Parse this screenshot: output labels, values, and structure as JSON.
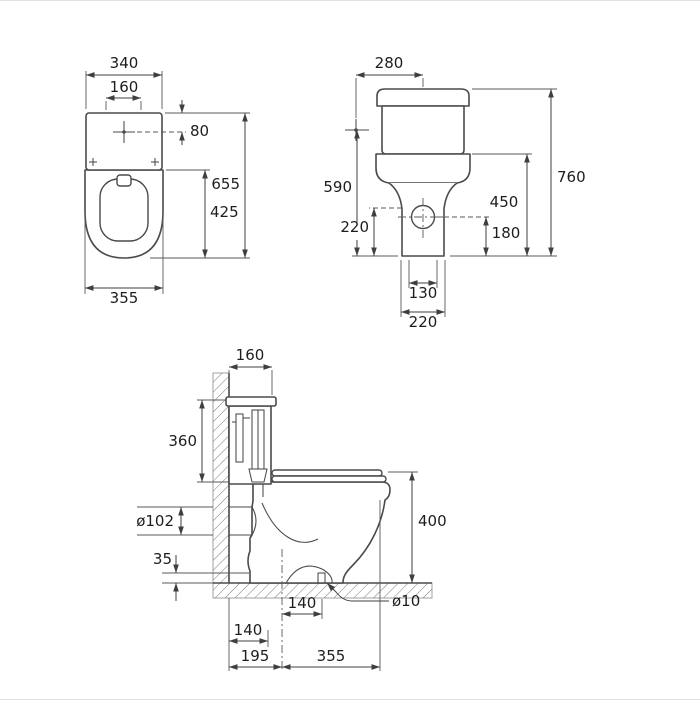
{
  "dims": {
    "plan": {
      "tank_width": "340",
      "hole_spacing": "160",
      "inlet_offset": "80",
      "total_depth": "655",
      "bowl_depth": "425",
      "base_width": "355"
    },
    "front": {
      "inlet_offset": "280",
      "total_height": "760",
      "inlet_height": "590",
      "rim_height": "450",
      "outlet_height": "220",
      "drain_height": "180",
      "base_inner_width": "130",
      "base_width": "220"
    },
    "side": {
      "cistern_depth": "160",
      "cistern_height": "360",
      "outlet_diameter": "ø102",
      "outlet_clearance": "35",
      "rim_height": "400",
      "drain_to_hole": "140",
      "fixing_hole_diameter": "ø10",
      "wall_offset": "140",
      "wall_to_drain": "195",
      "drain_to_front": "355"
    }
  }
}
